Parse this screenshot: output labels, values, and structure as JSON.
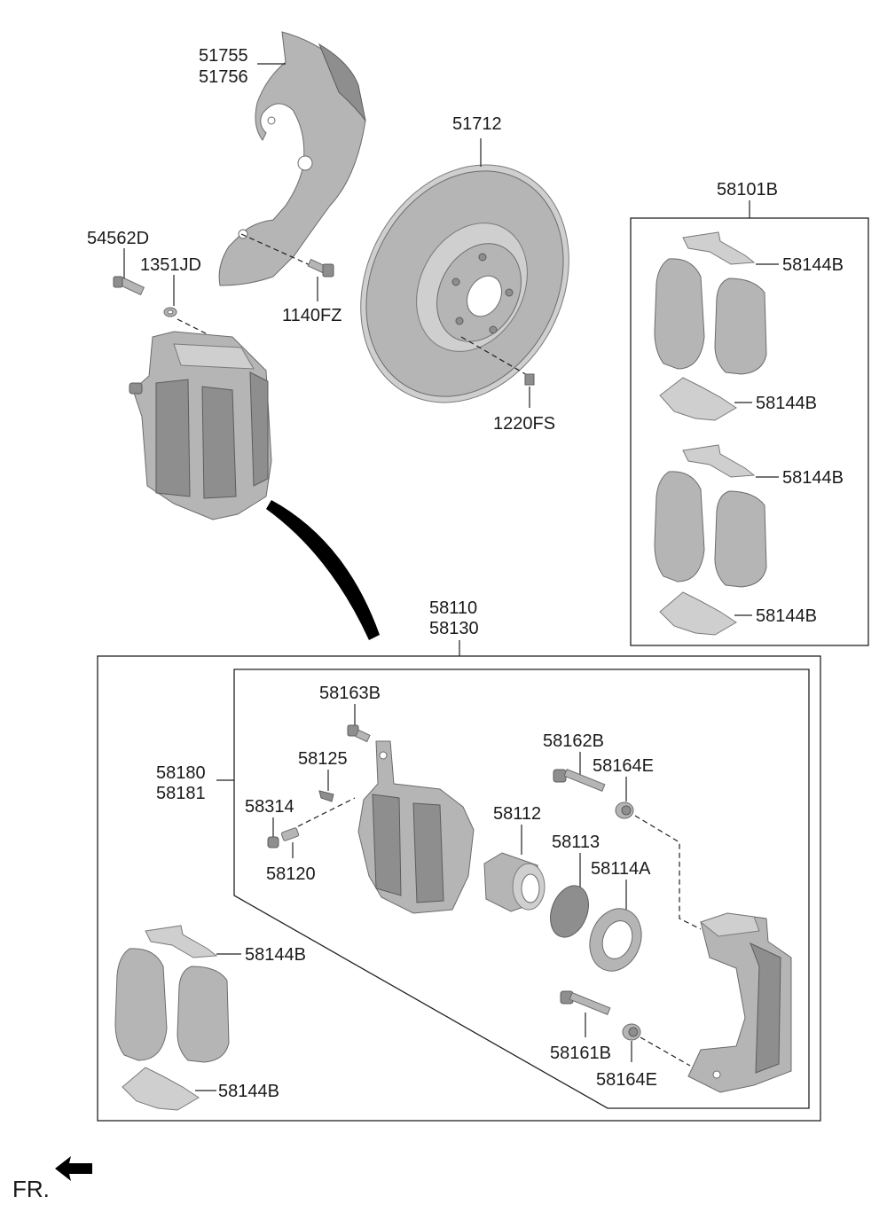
{
  "labels": {
    "l51755": "51755",
    "l51756": "51756",
    "l51712": "51712",
    "l54562D": "54562D",
    "l1351JD": "1351JD",
    "l1140FZ": "1140FZ",
    "l1220FS": "1220FS",
    "l58101B": "58101B",
    "l58144B_1": "58144B",
    "l58144B_2": "58144B",
    "l58144B_3": "58144B",
    "l58144B_4": "58144B",
    "l58110": "58110",
    "l58130": "58130",
    "l58163B": "58163B",
    "l58125": "58125",
    "l58180": "58180",
    "l58181": "58181",
    "l58314": "58314",
    "l58120": "58120",
    "l58162B": "58162B",
    "l58164E_1": "58164E",
    "l58112": "58112",
    "l58113": "58113",
    "l58114A": "58114A",
    "l58161B": "58161B",
    "l58164E_2": "58164E",
    "l58144B_5": "58144B",
    "l58144B_6": "58144B"
  },
  "fr_marker": "FR."
}
